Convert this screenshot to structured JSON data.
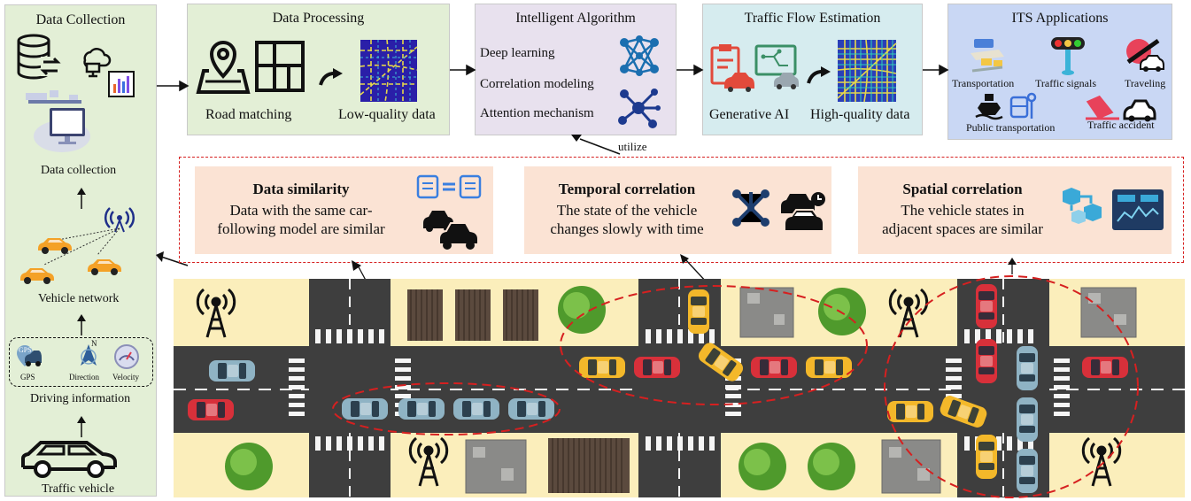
{
  "data_collection": {
    "title": "Data Collection",
    "data_collection_label": "Data collection",
    "vehicle_network_label": "Vehicle network",
    "driving_info_label": "Driving information",
    "traffic_vehicle_label": "Traffic vehicle",
    "gps_label": "GPS",
    "direction_label": "Direction",
    "velocity_label": "Velocity",
    "gps_badge": "GPS",
    "compass_letter": "N"
  },
  "data_processing": {
    "title": "Data Processing",
    "road_matching": "Road matching",
    "low_quality": "Low-quality data"
  },
  "intelligent_algorithm": {
    "title": "Intelligent Algorithm",
    "items": [
      "Deep learning",
      "Correlation modeling",
      "Attention mechanism"
    ],
    "utilize": "utilize"
  },
  "traffic_flow": {
    "title": "Traffic Flow Estimation",
    "generative_ai": "Generative AI",
    "high_quality": "High-quality data"
  },
  "its": {
    "title": "ITS Applications",
    "transportation": "Transportation",
    "traffic_signals": "Traffic signals",
    "traveling": "Traveling",
    "public_transportation": "Public transportation",
    "traffic_accident": "Traffic accident"
  },
  "correlations": {
    "similarity": {
      "title": "Data similarity",
      "lines": [
        "Data with the same car-",
        "following model are similar"
      ]
    },
    "temporal": {
      "title": "Temporal correlation",
      "lines": [
        "The state of the vehicle",
        "changes slowly with time"
      ]
    },
    "spatial": {
      "title": "Spatial correlation",
      "lines": [
        "The vehicle states in",
        "adjacent spaces are similar"
      ]
    }
  },
  "colors": {
    "green_panel": "#e3efd6",
    "purple_panel": "#e8e1ee",
    "teal_panel": "#d6ecef",
    "blue_panel": "#c9d7f4",
    "corr_box": "#fbe3d4",
    "road": "#3e3e3e",
    "sidewalk": "#fbeebb",
    "red_dashed": "#d62020",
    "car_blue": "#8fb3c4",
    "car_red": "#d8303a",
    "car_yellow": "#f3b82a"
  }
}
